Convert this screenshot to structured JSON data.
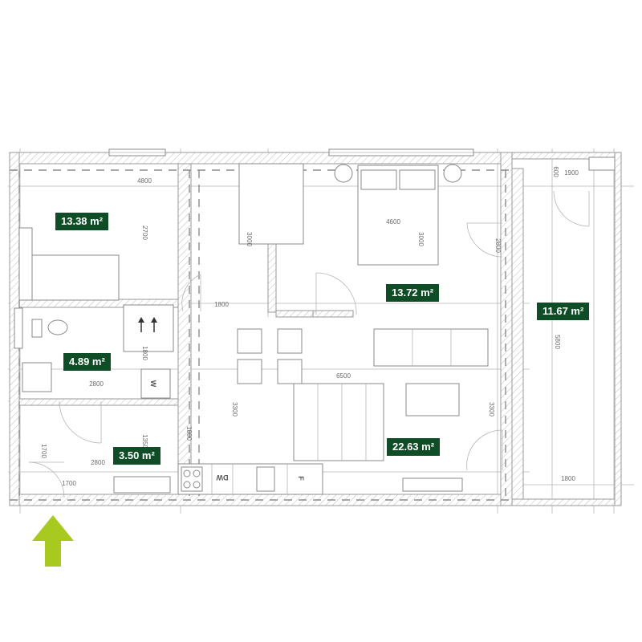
{
  "rooms": [
    {
      "id": "bedroom-small",
      "area": "13.38 m²"
    },
    {
      "id": "bedroom-main",
      "area": "13.72 m²"
    },
    {
      "id": "terrace",
      "area": "11.67 m²"
    },
    {
      "id": "bathroom",
      "area": "4.89 m²"
    },
    {
      "id": "hall",
      "area": "3.50 m²"
    },
    {
      "id": "living-kitchen",
      "area": "22.63 m²"
    }
  ],
  "dimensions": {
    "d4800": "4800",
    "d2700": "2700",
    "d3000a": "3000",
    "d3000b": "3000",
    "d4600": "4600",
    "d2800a": "2800",
    "d1900": "1900",
    "d600": "600",
    "d1800a": "1800",
    "d1800b": "1800",
    "d1800c": "1800",
    "d2800b": "2800",
    "d2800c": "2800",
    "d6500": "6500",
    "d5800": "5800",
    "d3300a": "3300",
    "d3300b": "3300",
    "d1000": "1000",
    "d1350": "1350",
    "d1700a": "1700",
    "d1700b": "1700"
  },
  "appliances": {
    "dishwasher": "DW",
    "fridge": "F",
    "washer": "W"
  },
  "colors": {
    "badge": "#0e4d26",
    "arrow": "#a8c91f"
  },
  "icons": [
    "north-arrow-icon"
  ]
}
